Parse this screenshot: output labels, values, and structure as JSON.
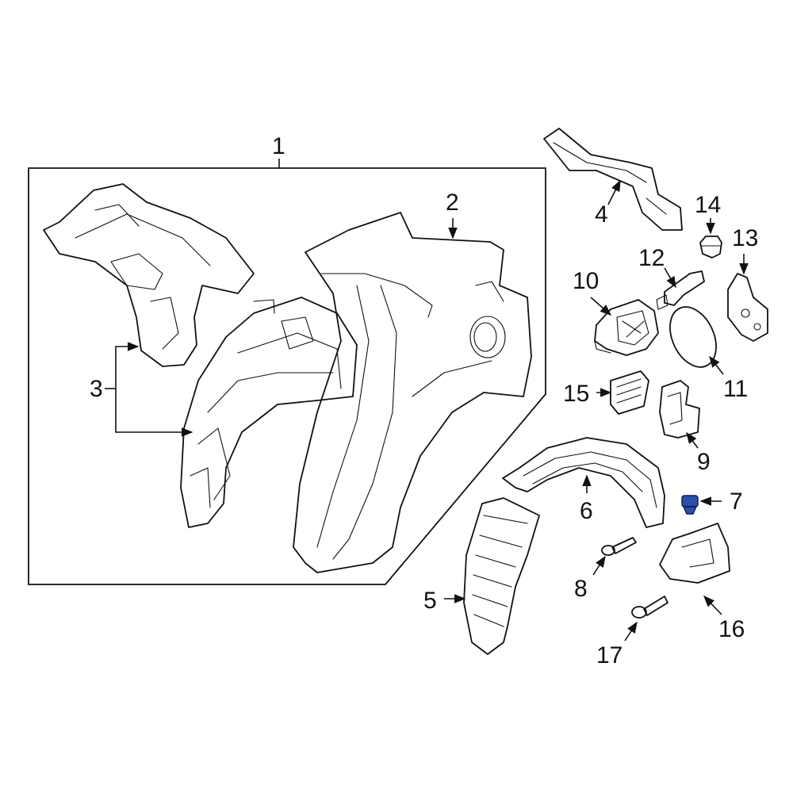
{
  "callouts": {
    "c1": "1",
    "c2": "2",
    "c3": "3",
    "c4": "4",
    "c5": "5",
    "c6": "6",
    "c7": "7",
    "c8": "8",
    "c9": "9",
    "c10": "10",
    "c11": "11",
    "c12": "12",
    "c13": "13",
    "c14": "14",
    "c15": "15",
    "c16": "16",
    "c17": "17"
  },
  "colors": {
    "line": "#111111",
    "highlight": "#2a4fa8",
    "background": "#ffffff"
  }
}
